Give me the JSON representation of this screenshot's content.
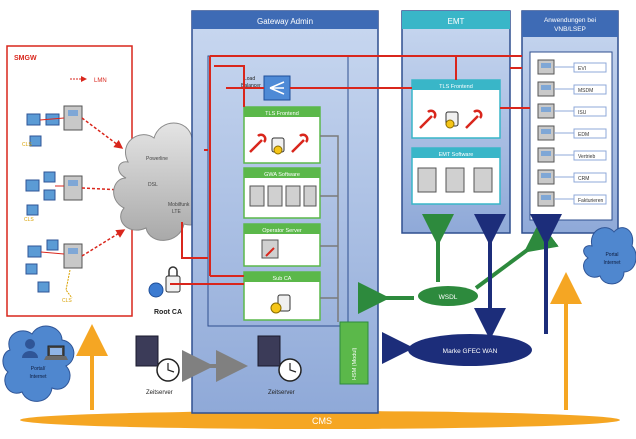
{
  "smgw": {
    "title": "SMGW",
    "legend_line": "LMN",
    "leaf_labels": [
      "CLS",
      "CLS",
      "CLS"
    ]
  },
  "center_cloud": {
    "lines": [
      "Powerline",
      "DSL",
      "Mobilfunk",
      "LTE"
    ]
  },
  "gateway_admin": {
    "title": "Gateway Admin",
    "load_balancer_label_1": "Load",
    "load_balancer_label_2": "Balancer",
    "tls_frontend": "TLS Frontend",
    "gwa_software": "GWA Software",
    "operator_server": "Operator Server",
    "sub_ca": "Sub CA",
    "hsm_label": "HSM (Modul)"
  },
  "root_ca": {
    "label": "Root CA"
  },
  "zeitserver": {
    "labels": [
      "Zeitserver",
      "Zeitserver"
    ]
  },
  "emt": {
    "title": "EMT",
    "tls_frontend": "TLS Frontend",
    "emt_software": "EMT Software"
  },
  "anwendungen": {
    "title_1": "Anwendungen bei",
    "title_2": "VNB/LSEP",
    "items": [
      "EVI",
      "MSDM",
      "ISU",
      "EDM",
      "Vertrieb",
      "CRM",
      "Fakturieren"
    ]
  },
  "right_cloud": {
    "lines": [
      "Portal",
      "Internet"
    ]
  },
  "left_cloud": {
    "lines": [
      "Portal/",
      "Internet"
    ]
  },
  "wsdl": {
    "label": "WSDL"
  },
  "gfec": {
    "label": "Marke GFEC WAN"
  },
  "bottom_bar": {
    "label": "CMS"
  },
  "colors": {
    "red": "#d9261c",
    "panel_blue": "#9fb8e0",
    "panel_border": "#2f4f8f",
    "header_blue": "#3e6bb5",
    "teal": "#39b6c8",
    "green": "#2d8a3d",
    "box_green": "#5bb84a",
    "navy": "#1c2d7a",
    "orange": "#f5a623"
  }
}
